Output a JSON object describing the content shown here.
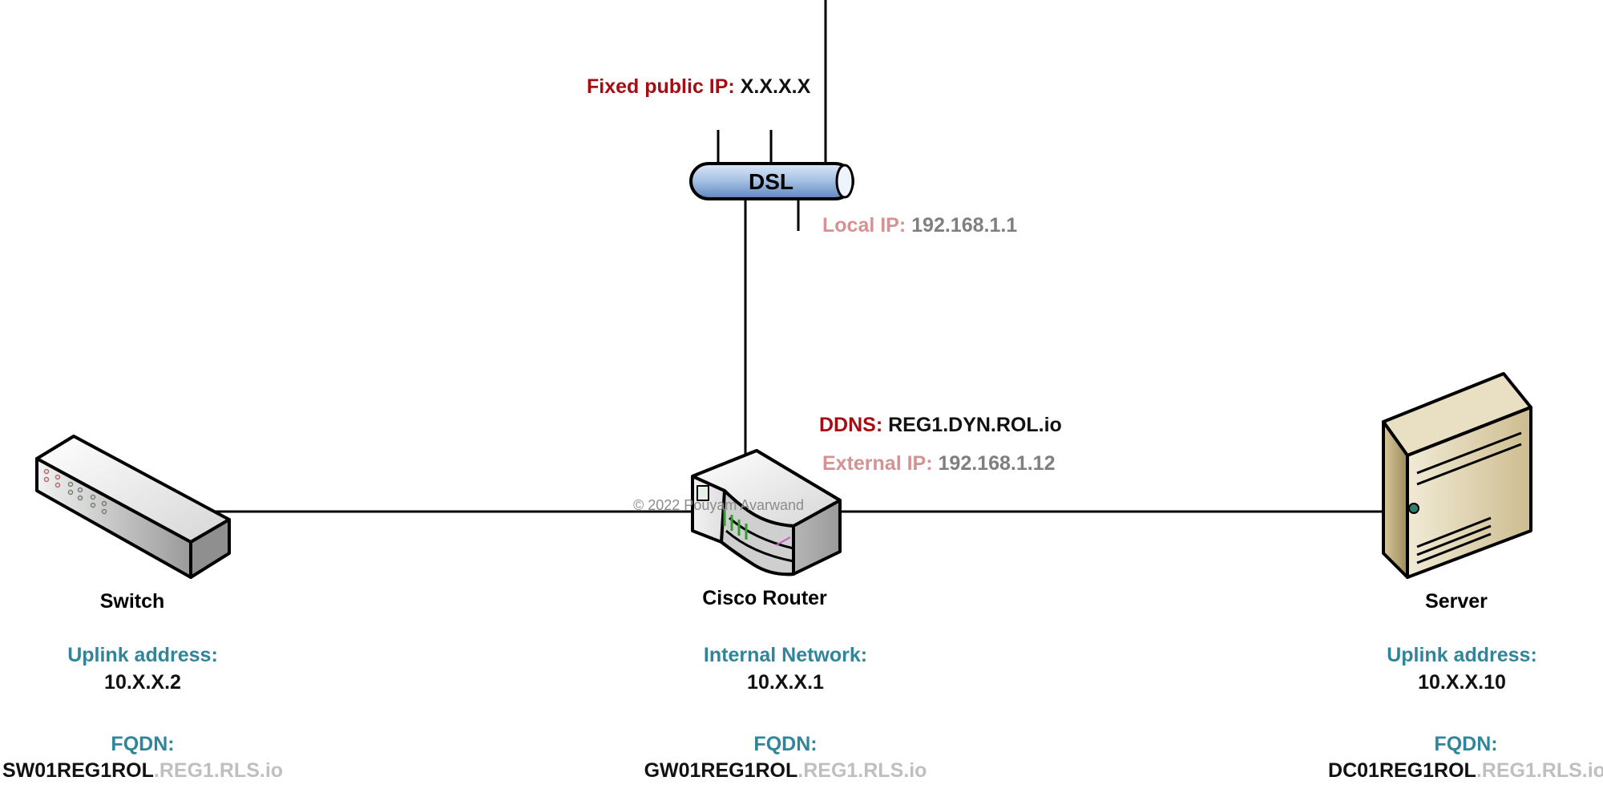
{
  "dsl": {
    "label": "DSL",
    "public_ip_key": "Fixed public IP:",
    "public_ip_value": "X.X.X.X",
    "local_ip_key": "Local IP:",
    "local_ip_value": "192.168.1.1"
  },
  "router": {
    "name": "Cisco Router",
    "ddns_key": "DDNS:",
    "ddns_value": "REG1.DYN.ROL.io",
    "external_ip_key": "External IP:",
    "external_ip_value": "192.168.1.12",
    "address_key": "Internal Network:",
    "address_value": "10.X.X.1",
    "fqdn_key": "FQDN:",
    "fqdn_host": "GW01REG1ROL",
    "fqdn_domain": ".REG1.RLS.io"
  },
  "switch": {
    "name": "Switch",
    "address_key": "Uplink address:",
    "address_value": "10.X.X.2",
    "fqdn_key": "FQDN:",
    "fqdn_host": "SW01REG1ROL",
    "fqdn_domain": ".REG1.RLS.io"
  },
  "server": {
    "name": "Server",
    "address_key": "Uplink address:",
    "address_value": "10.X.X.10",
    "fqdn_key": "FQDN:",
    "fqdn_host": "DC01REG1ROL",
    "fqdn_domain": ".REG1.RLS.io"
  },
  "watermark": "© 2022 Pouyam Avarwand",
  "colors": {
    "key_red": "#a50d12",
    "key_pink": "#d49393",
    "key_teal": "#31859b",
    "value_gray": "#7f7f7f",
    "domain_light": "#bfbfbf",
    "dsl_fill": "#a9c4e6",
    "server_fill": "#dccfa8"
  }
}
